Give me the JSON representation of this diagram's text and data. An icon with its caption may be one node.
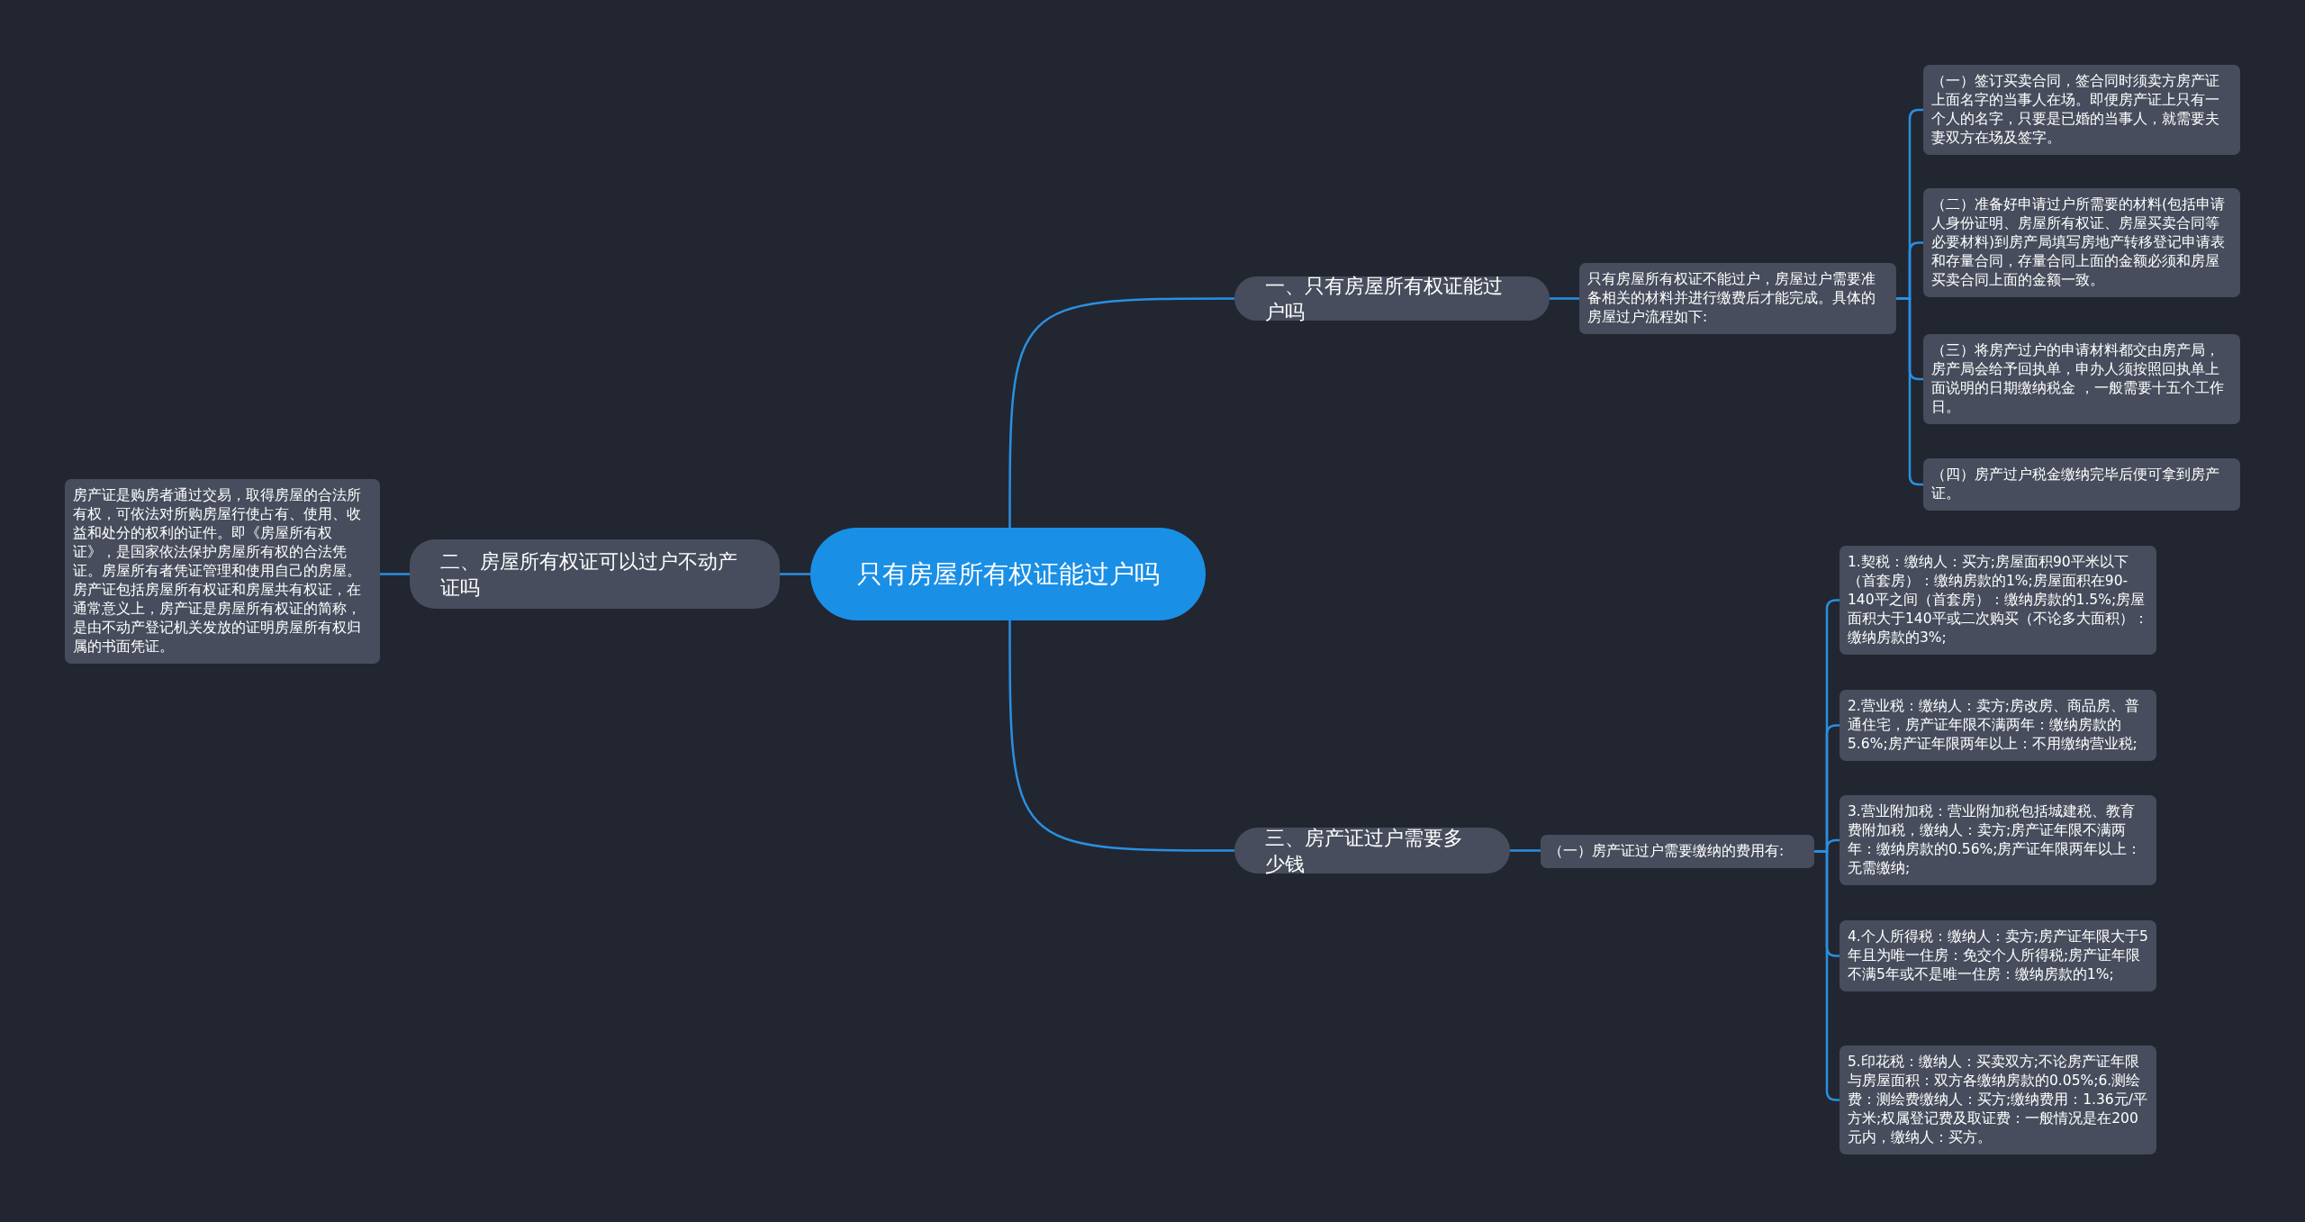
{
  "diagram": {
    "nodes": [
      {
        "text": [
          "只有房屋所有权证能过户吗"
        ]
      },
      {
        "text": [
          "一、只有房屋所有权证能过户吗"
        ]
      },
      {
        "text": [
          "只有房屋所有权证不能过户，房屋过户需要准备相关的材料并进行缴费后才能完成。具体的房屋过户流程如下:"
        ]
      },
      {
        "text": [
          "（一）签订买卖合同，签合同时须卖方房产证上面名字的当事人在场。即便房产证上只有一个人的名字，只要是已婚的当事人，就需要夫妻双方在场及签字。"
        ]
      },
      {
        "text": [
          "（二）准备好申请过户所需要的材料(包括申请人身份证明、房屋所有权证、房屋买卖合同等必要材料)到房产局填写房地产转移登记申请表和存量合同，存量合同上面的金额必须和房屋买卖合同上面的金额一致。"
        ]
      },
      {
        "text": [
          "（三）将房产过户的申请材料都交由房产局，房产局会给予回执单，申办人须按照回执单上面说明的日期缴纳税金 ，一般需要十五个工作日。"
        ]
      },
      {
        "text": [
          "（四）房产过户税金缴纳完毕后便可拿到房产证。"
        ]
      },
      {
        "text": [
          "二、房屋所有权证可以过户不动产证吗"
        ]
      },
      {
        "text": [
          "房产证是购房者通过交易，取得房屋的合法所有权，可依法对所购房屋行使占有、使用、收益和处分的权利的证件。即《房屋所有权证》，是国家依法保护房屋所有权的合法凭证。房屋所有者凭证管理和使用自己的房屋。房产证包括房屋所有权证和房屋共有权证，在通常意义上，房产证是房屋所有权证的简称，是由不动产登记机关发放的证明房屋所有权归属的书面凭证。"
        ]
      },
      {
        "text": [
          "三、房产证过户需要多少钱"
        ]
      },
      {
        "text": [
          "（一）房产证过户需要缴纳的费用有:"
        ]
      },
      {
        "text": [
          "1.契税：缴纳人：买方;房屋面积90平米以下（首套房）：缴纳房款的1%;房屋面积在90-140平之间（首套房）：缴纳房款的1.5%;房屋面积大于140平或二次购买（不论多大面积）：缴纳房款的3%;"
        ]
      },
      {
        "text": [
          "2.营业税：缴纳人：卖方;房改房、商品房、普通住宅，房产证年限不满两年：缴纳房款的5.6%;房产证年限两年以上：不用缴纳营业税;"
        ]
      },
      {
        "text": [
          "3.营业附加税：营业附加税包括城建税、教育费附加税，缴纳人：卖方;房产证年限不满两年：缴纳房款的0.56%;房产证年限两年以上：无需缴纳;"
        ]
      },
      {
        "text": [
          "4.个人所得税：缴纳人：卖方;房产证年限大于5年且为唯一住房：免交个人所得税;房产证年限不满5年或不是唯一住房：缴纳房款的1%;"
        ]
      },
      {
        "text": [
          "5.印花税：缴纳人：买卖双方;不论房产证年限与房屋面积：双方各缴纳房款的0.05%;6.测绘费：测绘费缴纳人：买方;缴纳费用：1.36元/平方米;权属登记费及取证费：一般情况是在200元内，缴纳人：买方。"
        ]
      }
    ],
    "edges": [
      {
        "from": 0,
        "to": 1,
        "arrow": "none"
      },
      {
        "from": 1,
        "to": 2,
        "arrow": "none"
      },
      {
        "from": 2,
        "to": 3,
        "arrow": "none"
      },
      {
        "from": 2,
        "to": 4,
        "arrow": "none"
      },
      {
        "from": 2,
        "to": 5,
        "arrow": "none"
      },
      {
        "from": 2,
        "to": 6,
        "arrow": "none"
      },
      {
        "from": 0,
        "to": 7,
        "arrow": "none"
      },
      {
        "from": 7,
        "to": 8,
        "arrow": "none"
      },
      {
        "from": 0,
        "to": 9,
        "arrow": "none"
      },
      {
        "from": 9,
        "to": 10,
        "arrow": "none"
      },
      {
        "from": 10,
        "to": 11,
        "arrow": "none"
      },
      {
        "from": 10,
        "to": 12,
        "arrow": "none"
      },
      {
        "from": 10,
        "to": 13,
        "arrow": "none"
      },
      {
        "from": 10,
        "to": 14,
        "arrow": "none"
      },
      {
        "from": 10,
        "to": 15,
        "arrow": "none"
      }
    ]
  }
}
